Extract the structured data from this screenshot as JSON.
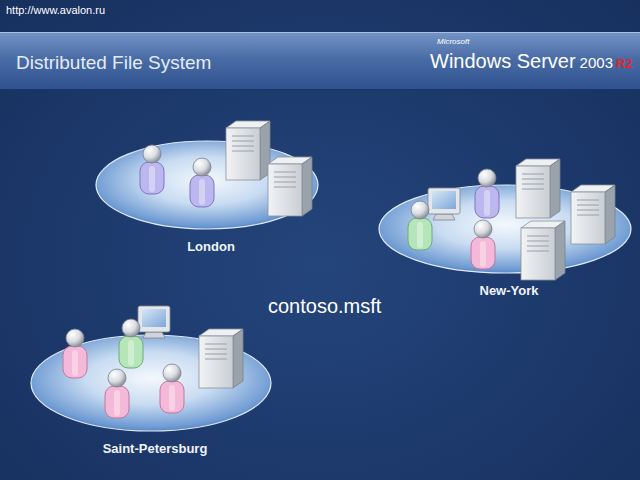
{
  "diagram": {
    "title": "Distributed File System",
    "nodes": [
      {
        "text": [
          "London"
        ]
      },
      {
        "text": [
          "New-York"
        ]
      },
      {
        "text": [
          "Saint-Petersburg"
        ]
      }
    ],
    "labels": [
      "http://www.avalon.ru",
      "contoso.msft",
      "Microsoft",
      "Windows Server",
      "2003",
      "R2"
    ]
  }
}
